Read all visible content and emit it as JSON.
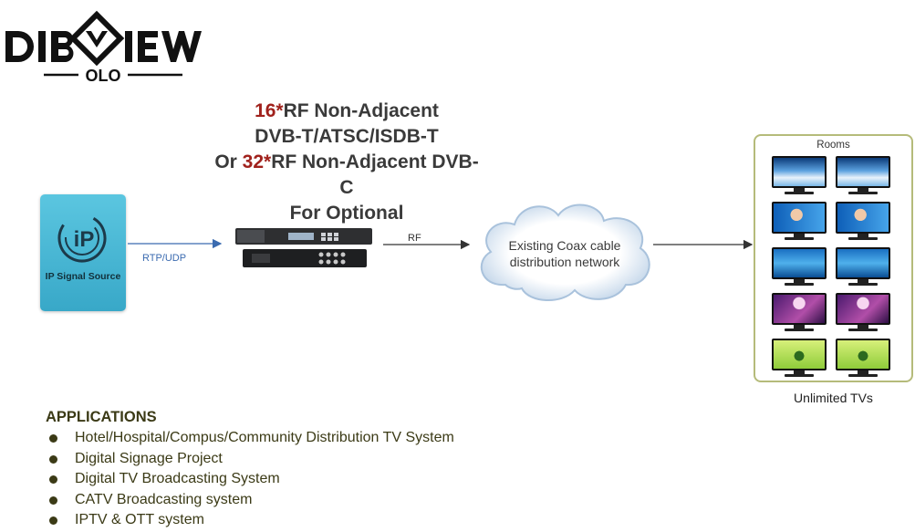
{
  "logo": {
    "main": "DIBVIEW",
    "sub": "OLO",
    "icon": "dibview-logo"
  },
  "title": {
    "line1_num": "16*",
    "line1_rest": "RF Non-Adjacent",
    "line2": "DVB-T/ATSC/ISDB-T",
    "line3_pre": "Or ",
    "line3_num": "32*",
    "line3_rest": "RF Non-Adjacent DVB-C",
    "line4": "For Optional",
    "highlight_color": "#a0211c"
  },
  "ip_source": {
    "label": "IP Signal Source",
    "icon_text": "iP",
    "icon": "ip-signal-icon",
    "color": "#4ab8d8"
  },
  "connections": {
    "rtp_udp": "RTP/UDP",
    "rf": "RF"
  },
  "device": {
    "icon": "rf-modulator-device-icon"
  },
  "cloud": {
    "line1": "Existing Coax cable",
    "line2": "distribution network",
    "icon": "cloud-icon"
  },
  "tv_panel": {
    "title": "Rooms",
    "footer": "Unlimited TVs",
    "tvs": [
      {
        "icon": "tv-icon",
        "screen": "sky"
      },
      {
        "icon": "tv-icon",
        "screen": "sky"
      },
      {
        "icon": "tv-icon",
        "screen": "woman"
      },
      {
        "icon": "tv-icon",
        "screen": "woman"
      },
      {
        "icon": "tv-icon",
        "screen": "ocean"
      },
      {
        "icon": "tv-icon",
        "screen": "ocean"
      },
      {
        "icon": "tv-icon",
        "screen": "purple"
      },
      {
        "icon": "tv-icon",
        "screen": "purple"
      },
      {
        "icon": "tv-icon",
        "screen": "green"
      },
      {
        "icon": "tv-icon",
        "screen": "green"
      }
    ]
  },
  "applications": {
    "heading": "APPLICATIONS",
    "items": [
      "Hotel/Hospital/Compus/Community Distribution TV System",
      "Digital Signage Project",
      "Digital TV Broadcasting System",
      "CATV Broadcasting system",
      "IPTV & OTT system"
    ]
  }
}
